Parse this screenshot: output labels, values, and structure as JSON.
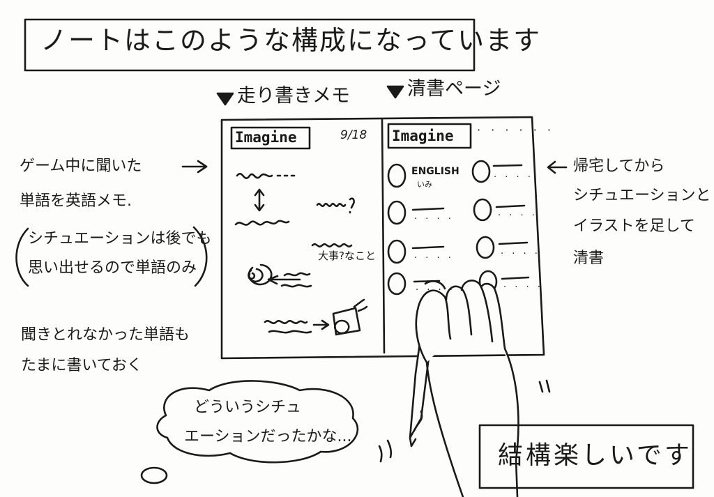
{
  "title": "ノートはこのような構成になっています",
  "headings": {
    "left": "走り書きメモ",
    "right": "清書ページ"
  },
  "notebook": {
    "left_word": "Imagine",
    "left_date": "9/18",
    "note": "大事?なこと",
    "right_word": "Imagine",
    "english": "ENGLISH",
    "meaning": "いみ"
  },
  "left_note": [
    "ゲーム中に聞いた",
    "単語を英語メモ.",
    "シチュエーションは後でも",
    "思い出せるので単語のみ"
  ],
  "right_note": [
    "帰宅してから",
    "シチュエーションと",
    "イラストを足して",
    "清書"
  ],
  "bottom_note": [
    "聞きとれなかった単語も",
    "たまに書いておく"
  ],
  "thought": [
    "どういうシチュ",
    "エーションだったかな..."
  ],
  "comment": "結構楽しいです"
}
